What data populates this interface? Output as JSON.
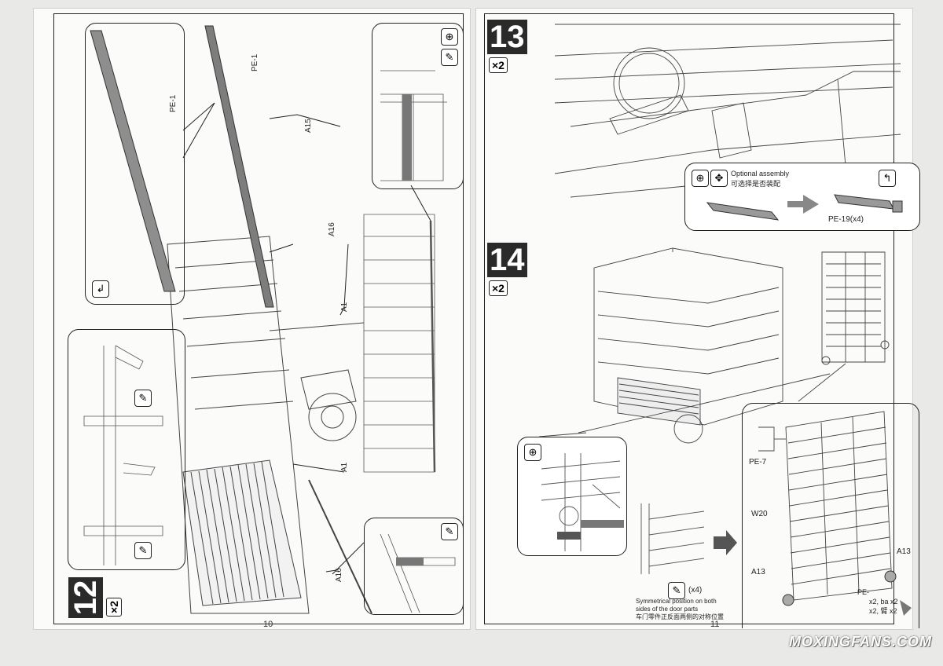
{
  "left_page": {
    "step": {
      "number": "12",
      "qty": "×2"
    },
    "labels": {
      "pe1_a": "PE-1",
      "pe1_b": "PE-1",
      "a15": "A15",
      "a16_top": "A16",
      "a1_top": "A1",
      "a1_bottom": "A1",
      "a16_bottom": "A16"
    },
    "page_number": "10"
  },
  "right_page": {
    "step13": {
      "number": "13",
      "qty": "×2",
      "optional_en": "Optional assembly",
      "optional_zh": "可选择是否装配",
      "pe19": "PE-19(x4)"
    },
    "step14": {
      "number": "14",
      "qty": "×2",
      "labels": {
        "pe7": "PE-7",
        "w20": "W20",
        "a13_left": "A13",
        "a13_right": "A13"
      },
      "glue_qty": "(x4)",
      "note_en_1": "Symmetrical position on both",
      "note_en_2": "sides of the door parts",
      "note_zh": "车门零件正反面两侧的对称位置",
      "partial_1": "PE-",
      "partial_2": "x2, ba  x2",
      "partial_3": "x2, 臂  x2"
    },
    "page_number": "11"
  },
  "watermark": "MOXINGFANS.COM",
  "icons": [
    "magnify-icon",
    "rotate-arrows-icon",
    "return-arrow-icon",
    "glue-brush-icon",
    "next-arrow-icon"
  ]
}
